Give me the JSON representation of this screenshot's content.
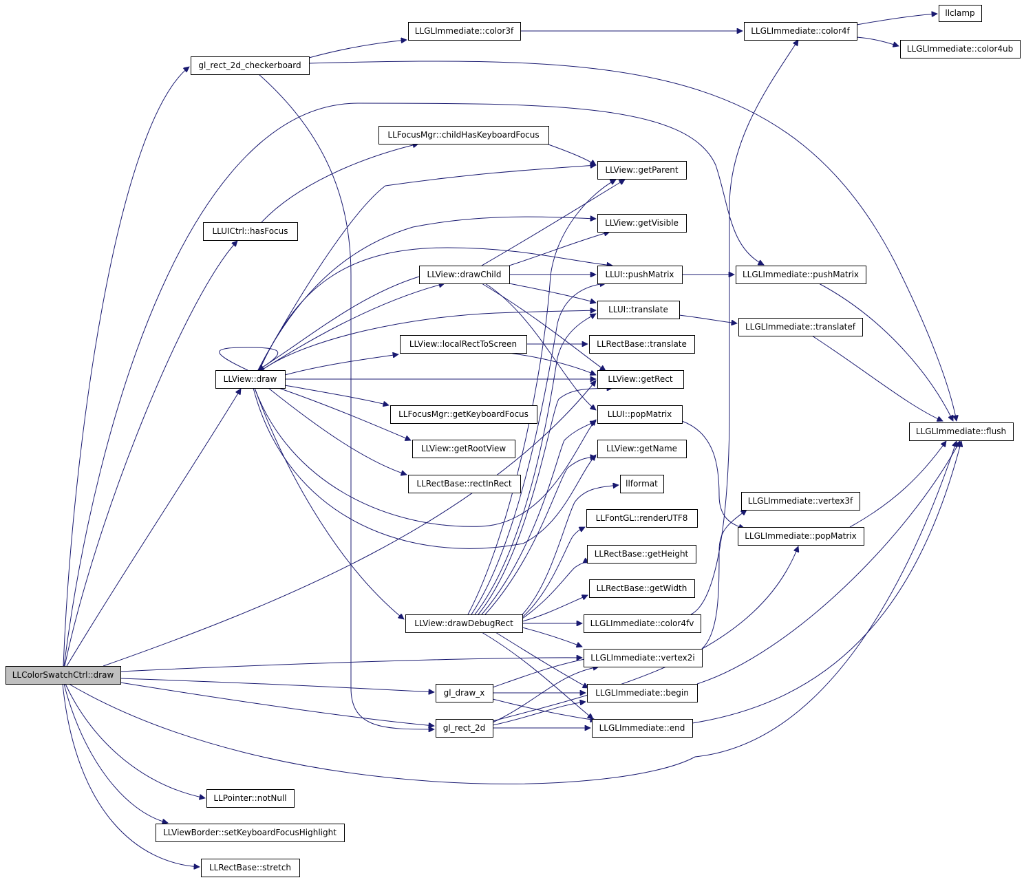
{
  "colors": {
    "edge": "#191970",
    "node_fill": "#ffffff",
    "root_fill": "#bfbfbf",
    "border": "#000000"
  },
  "nodes": [
    {
      "id": "root",
      "label": "LLColorSwatchCtrl::draw"
    },
    {
      "id": "gl_rect_2d_checkerboard",
      "label": "gl_rect_2d_checkerboard"
    },
    {
      "id": "color3f",
      "label": "LLGLImmediate::color3f"
    },
    {
      "id": "color4f",
      "label": "LLGLImmediate::color4f"
    },
    {
      "id": "llclamp",
      "label": "llclamp"
    },
    {
      "id": "color4ub",
      "label": "LLGLImmediate::color4ub"
    },
    {
      "id": "childHasKeyboardFocus",
      "label": "LLFocusMgr::childHasKeyboardFocus"
    },
    {
      "id": "getParent",
      "label": "LLView::getParent"
    },
    {
      "id": "hasFocus",
      "label": "LLUICtrl::hasFocus"
    },
    {
      "id": "getVisible",
      "label": "LLView::getVisible"
    },
    {
      "id": "drawChild",
      "label": "LLView::drawChild"
    },
    {
      "id": "ui_pushMatrix",
      "label": "LLUI::pushMatrix"
    },
    {
      "id": "gl_pushMatrix",
      "label": "LLGLImmediate::pushMatrix"
    },
    {
      "id": "ui_translate",
      "label": "LLUI::translate"
    },
    {
      "id": "translatef",
      "label": "LLGLImmediate::translatef"
    },
    {
      "id": "localRectToScreen",
      "label": "LLView::localRectToScreen"
    },
    {
      "id": "rect_translate",
      "label": "LLRectBase::translate"
    },
    {
      "id": "view_draw",
      "label": "LLView::draw"
    },
    {
      "id": "getRect",
      "label": "LLView::getRect"
    },
    {
      "id": "getKeyboardFocus",
      "label": "LLFocusMgr::getKeyboardFocus"
    },
    {
      "id": "ui_popMatrix",
      "label": "LLUI::popMatrix"
    },
    {
      "id": "flush",
      "label": "LLGLImmediate::flush"
    },
    {
      "id": "getRootView",
      "label": "LLView::getRootView"
    },
    {
      "id": "getName",
      "label": "LLView::getName"
    },
    {
      "id": "rectInRect",
      "label": "LLRectBase::rectInRect"
    },
    {
      "id": "llformat",
      "label": "llformat"
    },
    {
      "id": "vertex3f",
      "label": "LLGLImmediate::vertex3f"
    },
    {
      "id": "renderUTF8",
      "label": "LLFontGL::renderUTF8"
    },
    {
      "id": "gl_popMatrix",
      "label": "LLGLImmediate::popMatrix"
    },
    {
      "id": "getHeight",
      "label": "LLRectBase::getHeight"
    },
    {
      "id": "getWidth",
      "label": "LLRectBase::getWidth"
    },
    {
      "id": "drawDebugRect",
      "label": "LLView::drawDebugRect"
    },
    {
      "id": "color4fv",
      "label": "LLGLImmediate::color4fv"
    },
    {
      "id": "vertex2i",
      "label": "LLGLImmediate::vertex2i"
    },
    {
      "id": "gl_draw_x",
      "label": "gl_draw_x"
    },
    {
      "id": "begin",
      "label": "LLGLImmediate::begin"
    },
    {
      "id": "gl_rect_2d",
      "label": "gl_rect_2d"
    },
    {
      "id": "end",
      "label": "LLGLImmediate::end"
    },
    {
      "id": "notNull",
      "label": "LLPointer::notNull"
    },
    {
      "id": "setKeyboardFocusHighlight",
      "label": "LLViewBorder::setKeyboardFocusHighlight"
    },
    {
      "id": "stretch",
      "label": "LLRectBase::stretch"
    }
  ]
}
